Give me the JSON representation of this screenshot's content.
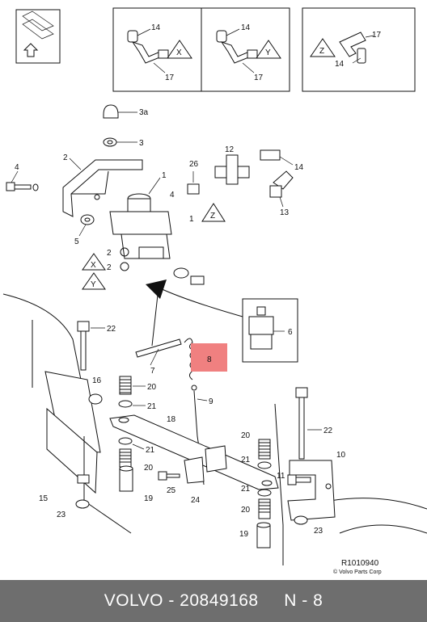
{
  "footer": {
    "text": "VOLVO - 20849168     N - 8"
  },
  "diagram": {
    "reference": "R1010940",
    "copyright": "© Volvo Parts Corp",
    "highlight_color": "#f08080",
    "highlighted_callout": "8",
    "callouts": {
      "c14a": "14",
      "c17a": "17",
      "viewX": "X",
      "c14b": "14",
      "c17b": "17",
      "viewY": "Y",
      "c17c": "17",
      "c14c": "14",
      "viewZ": "Z",
      "c3a": "3a",
      "c3": "3",
      "c2": "2",
      "c4": "4",
      "c1": "1",
      "c26": "26",
      "c12": "12",
      "c14d": "14",
      "c13": "13",
      "c4b": "4",
      "c1b": "1",
      "tZ": "Z",
      "c5": "5",
      "c2b": "2",
      "c2c": "2",
      "tX": "X",
      "tY": "Y",
      "c6": "6",
      "c7": "7",
      "c8": "8",
      "c9": "9",
      "c22": "22",
      "c16": "16",
      "c20a": "20",
      "c21a": "21",
      "c18": "18",
      "c21b": "21",
      "c20b": "20",
      "c25": "25",
      "c24": "24",
      "c19": "19",
      "c15": "15",
      "c23": "23",
      "c20c": "20",
      "c21c": "21",
      "c11": "11",
      "c22b": "22",
      "c10": "10",
      "c21d": "21",
      "c20d": "20",
      "c23b": "23",
      "c19b": "19"
    }
  }
}
